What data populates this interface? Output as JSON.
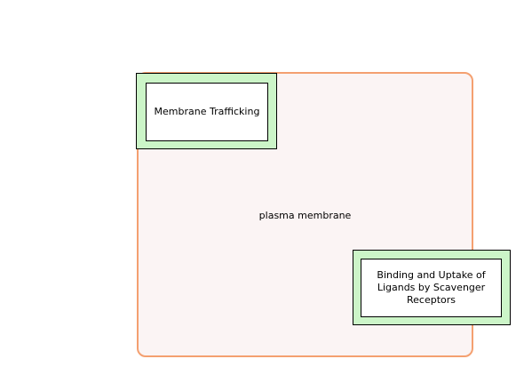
{
  "compartment": {
    "label": "plasma membrane"
  },
  "pathways": [
    {
      "label": "Membrane Trafficking"
    },
    {
      "label": "Binding and Uptake of Ligands by Scavenger Receptors"
    }
  ],
  "colors": {
    "compartment_border": "#f4a070",
    "compartment_fill": "#fbf4f4",
    "pathway_fill": "#ccf5c8"
  }
}
